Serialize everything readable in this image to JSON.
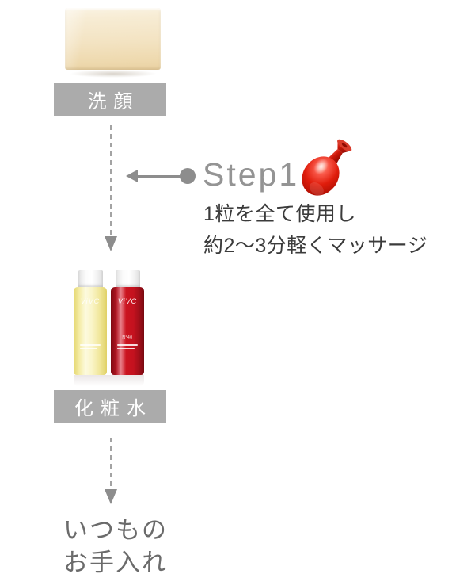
{
  "labels": {
    "wash": "洗顔",
    "lotion": "化粧水"
  },
  "step1": {
    "title": "Step1",
    "line1": "1粒を全て使用し",
    "line2": "約2〜3分軽くマッサージ"
  },
  "footer": {
    "line1": "いつもの",
    "line2": "お手入れ"
  },
  "bottles": {
    "brand": "ViVC",
    "red_no": "N°40"
  },
  "colors": {
    "page_bg": "#ffffff",
    "label_bar": "#ababab",
    "label_text": "#ffffff",
    "step_title": "#949494",
    "arrow": "#8d8d8d",
    "dash": "#a3a3a3",
    "body_text": "#3b3b3b",
    "footer_text": "#6b6b6b",
    "capsule_red": "#d81607",
    "bottle_red": "#c4121f",
    "bottle_yellow": "#f5eda8",
    "soap": "#f3e3c2"
  }
}
